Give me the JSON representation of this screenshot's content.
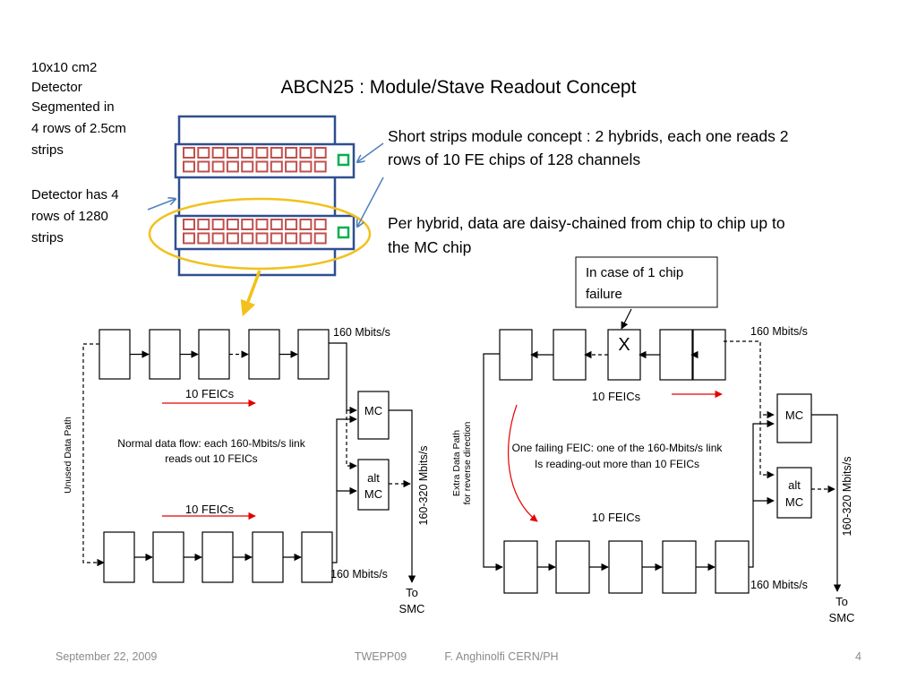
{
  "title": "ABCN25 : Module/Stave Readout Concept",
  "left_notes": {
    "module_size": [
      "10x10 cm2",
      "Detector",
      "Segmented in",
      "4 rows of 2.5cm",
      "strips"
    ],
    "detector_rows": [
      "Detector has 4",
      "rows of 1280",
      "strips"
    ]
  },
  "right_notes": {
    "short_strips": [
      "Short strips module concept : 2 hybrids, each one reads 2",
      "rows of 10 FE chips of 128 channels"
    ],
    "daisy_chain": [
      "Per hybrid, data are daisy-chained from chip to chip up to",
      "the MC chip"
    ]
  },
  "callout": [
    "In case of 1 chip",
    "failure"
  ],
  "left_diagram": {
    "rate_top": "160 Mbits/s",
    "rate_bottom": "160 Mbits/s",
    "feics_top": "10 FEICs",
    "feics_bottom": "10 FEICs",
    "flow_note": [
      "Normal data flow: each 160-Mbits/s link",
      "reads out 10 FEICs"
    ],
    "mc": "MC",
    "alt_mc": [
      "alt",
      "MC"
    ],
    "output_rate": "160-320 Mbits/s",
    "to_smc": [
      "To",
      "SMC"
    ],
    "unused_path": "Unused Data Path"
  },
  "right_diagram": {
    "rate_top": "160 Mbits/s",
    "rate_bottom": "160 Mbits/s",
    "feics_top": "10 FEICs",
    "feics_bottom": "10 FEICs",
    "failed_chip": "X",
    "flow_note": [
      "One failing FEIC: one of the 160-Mbits/s link",
      "Is reading-out more than 10 FEICs"
    ],
    "mc": "MC",
    "alt_mc": [
      "alt",
      "MC"
    ],
    "output_rate": "160-320 Mbits/s",
    "to_smc": [
      "To",
      "SMC"
    ],
    "extra_path": [
      "Extra Data Path",
      "for reverse direction"
    ]
  },
  "footer": {
    "date": "September 22, 2009",
    "event": "TWEPP09",
    "author": "F. Anghinolfi CERN/PH",
    "page": "4"
  },
  "colors": {
    "module_frame": "#2f4f8f",
    "strip_chip": "#c0504d",
    "mc_chip": "#00b050",
    "highlight_ellipse": "#f2c11c",
    "annotation_arrow": "#4f81bd",
    "red_arrow": "#e60000"
  }
}
